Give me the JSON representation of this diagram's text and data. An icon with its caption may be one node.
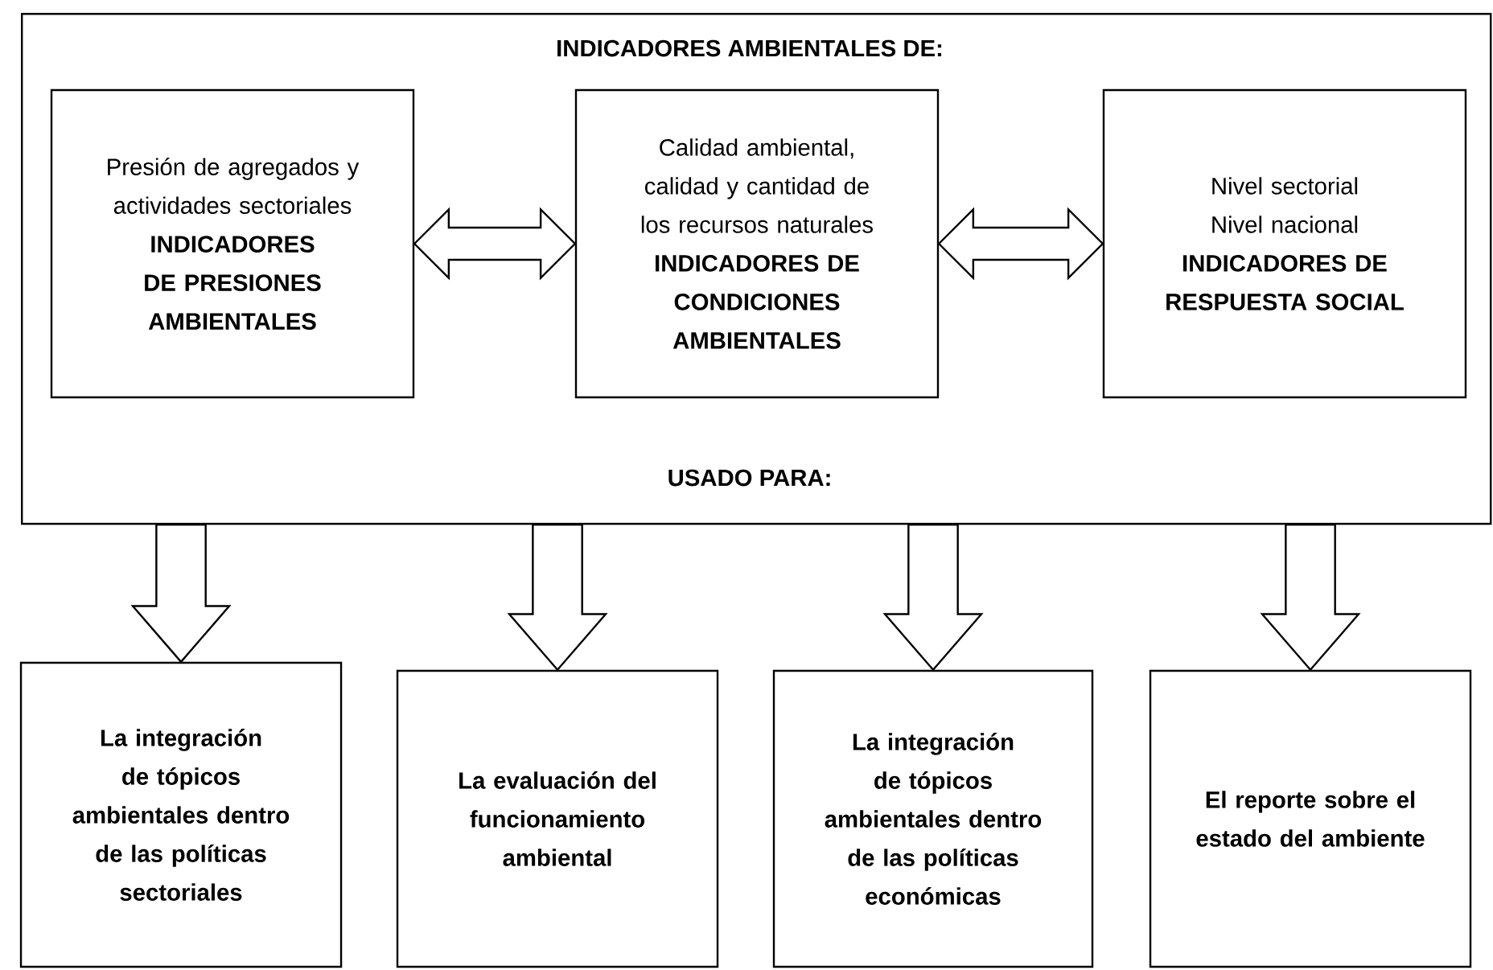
{
  "diagram": {
    "nodes": [
      {
        "text": [
          "INDICADORES AMBIENTALES DE:",
          "USADO PARA:"
        ]
      },
      {
        "text": [
          "Presión de agregados y actividades sectoriales",
          "INDICADORES DE PRESIONES AMBIENTALES"
        ],
        "in": 0
      },
      {
        "text": [
          "Calidad ambiental, calidad y cantidad de los recursos naturales",
          "INDICADORES DE CONDICIONES AMBIENTALES"
        ],
        "in": 0
      },
      {
        "text": [
          "Nivel sectorial",
          "Nivel nacional",
          "INDICADORES DE RESPUESTA SOCIAL"
        ],
        "in": 0
      },
      {
        "text": [
          "La integración de tópicos ambientales dentro de las políticas sectoriales"
        ]
      },
      {
        "text": [
          "La evaluación del funcionamiento ambiental"
        ]
      },
      {
        "text": [
          "La integración de tópicos ambientales dentro de las políticas económicas"
        ]
      },
      {
        "text": [
          "El reporte sobre el estado del ambiente"
        ]
      }
    ],
    "edges": [
      {
        "from": 1,
        "to": 2,
        "arrow": "both"
      },
      {
        "from": 2,
        "to": 3,
        "arrow": "both"
      },
      {
        "from": 0,
        "to": 4,
        "arrow": "to"
      },
      {
        "from": 0,
        "to": 5,
        "arrow": "to"
      },
      {
        "from": 0,
        "to": 6,
        "arrow": "to"
      },
      {
        "from": 0,
        "to": 7,
        "arrow": "to"
      }
    ]
  }
}
